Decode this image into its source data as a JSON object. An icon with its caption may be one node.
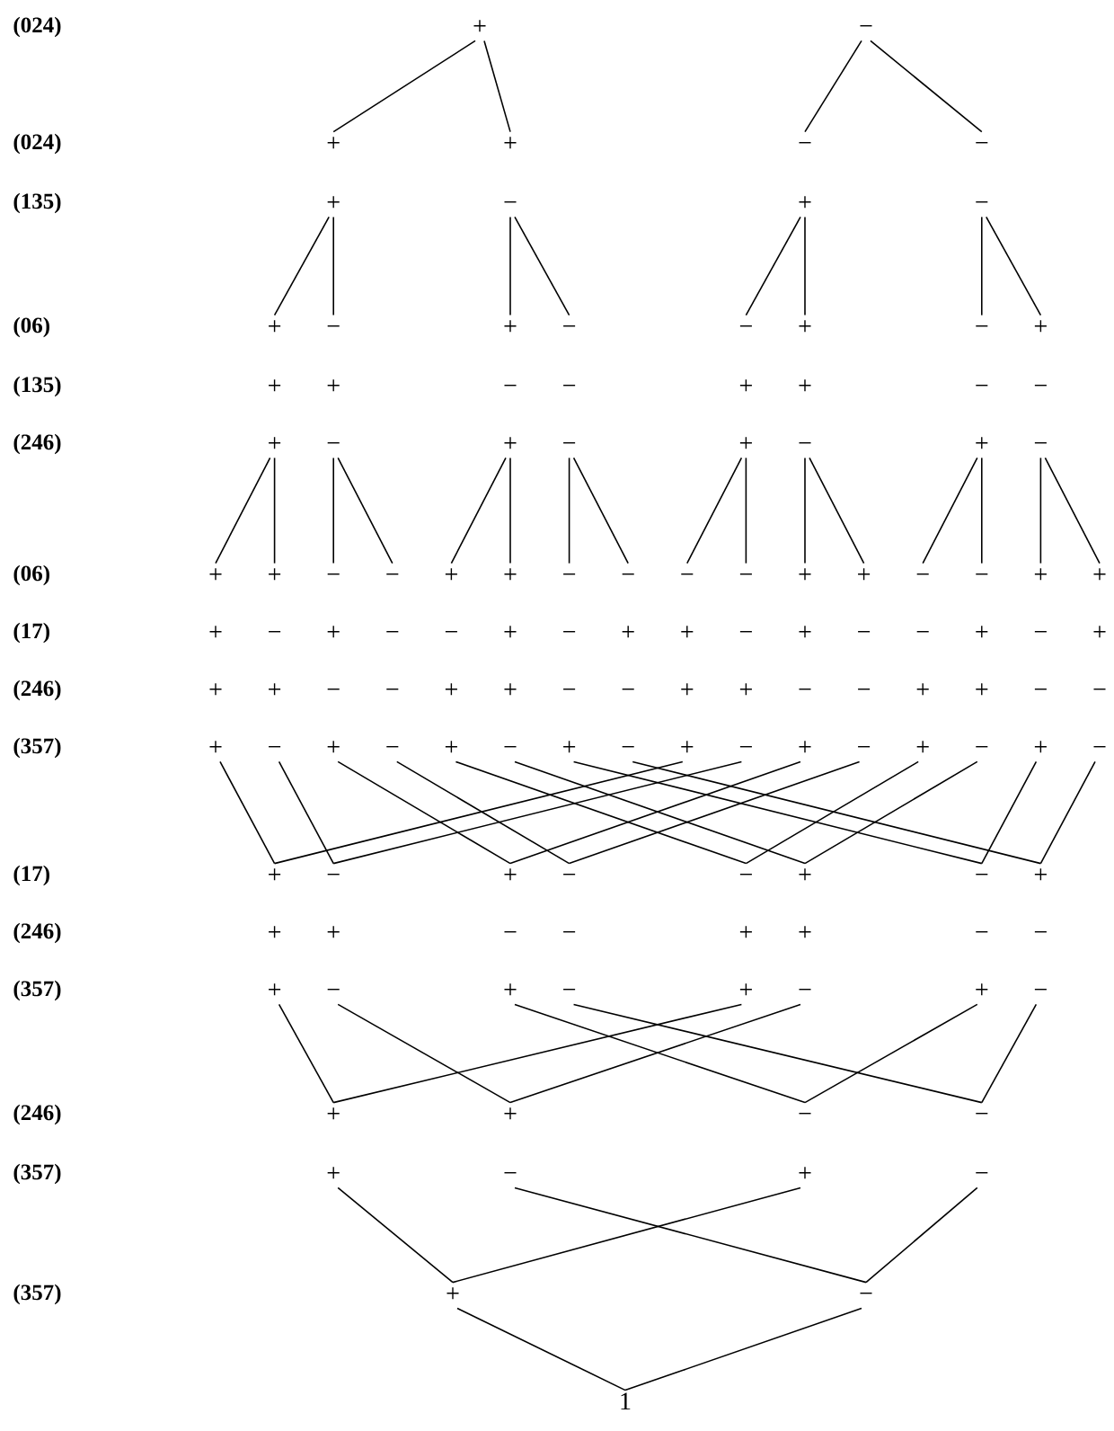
{
  "diagram": {
    "nodes": [
      {
        "text": [
          "+"
        ]
      },
      {
        "text": [
          "−"
        ]
      },
      {
        "text": [
          "+"
        ]
      },
      {
        "text": [
          "+"
        ]
      },
      {
        "text": [
          "−"
        ]
      },
      {
        "text": [
          "−"
        ]
      },
      {
        "text": [
          "+"
        ]
      },
      {
        "text": [
          "−"
        ]
      },
      {
        "text": [
          "+"
        ]
      },
      {
        "text": [
          "−"
        ]
      },
      {
        "text": [
          "+"
        ]
      },
      {
        "text": [
          "−"
        ]
      },
      {
        "text": [
          "+"
        ]
      },
      {
        "text": [
          "−"
        ]
      },
      {
        "text": [
          "−"
        ]
      },
      {
        "text": [
          "+"
        ]
      },
      {
        "text": [
          "−"
        ]
      },
      {
        "text": [
          "+"
        ]
      },
      {
        "text": [
          "+"
        ]
      },
      {
        "text": [
          "+"
        ]
      },
      {
        "text": [
          "−"
        ]
      },
      {
        "text": [
          "−"
        ]
      },
      {
        "text": [
          "+"
        ]
      },
      {
        "text": [
          "+"
        ]
      },
      {
        "text": [
          "−"
        ]
      },
      {
        "text": [
          "−"
        ]
      },
      {
        "text": [
          "+"
        ]
      },
      {
        "text": [
          "−"
        ]
      },
      {
        "text": [
          "+"
        ]
      },
      {
        "text": [
          "−"
        ]
      },
      {
        "text": [
          "+"
        ]
      },
      {
        "text": [
          "−"
        ]
      },
      {
        "text": [
          "+"
        ]
      },
      {
        "text": [
          "−"
        ]
      },
      {
        "text": [
          "+"
        ]
      },
      {
        "text": [
          "+"
        ]
      },
      {
        "text": [
          "−"
        ]
      },
      {
        "text": [
          "−"
        ]
      },
      {
        "text": [
          "+"
        ]
      },
      {
        "text": [
          "+"
        ]
      },
      {
        "text": [
          "−"
        ]
      },
      {
        "text": [
          "−"
        ]
      },
      {
        "text": [
          "−"
        ]
      },
      {
        "text": [
          "−"
        ]
      },
      {
        "text": [
          "+"
        ]
      },
      {
        "text": [
          "+"
        ]
      },
      {
        "text": [
          "−"
        ]
      },
      {
        "text": [
          "−"
        ]
      },
      {
        "text": [
          "+"
        ]
      },
      {
        "text": [
          "+"
        ]
      },
      {
        "text": [
          "+"
        ]
      },
      {
        "text": [
          "−"
        ]
      },
      {
        "text": [
          "+"
        ]
      },
      {
        "text": [
          "−"
        ]
      },
      {
        "text": [
          "−"
        ]
      },
      {
        "text": [
          "+"
        ]
      },
      {
        "text": [
          "−"
        ]
      },
      {
        "text": [
          "+"
        ]
      },
      {
        "text": [
          "+"
        ]
      },
      {
        "text": [
          "−"
        ]
      },
      {
        "text": [
          "+"
        ]
      },
      {
        "text": [
          "−"
        ]
      },
      {
        "text": [
          "−"
        ]
      },
      {
        "text": [
          "+"
        ]
      },
      {
        "text": [
          "−"
        ]
      },
      {
        "text": [
          "+"
        ]
      },
      {
        "text": [
          "+"
        ]
      },
      {
        "text": [
          "+"
        ]
      },
      {
        "text": [
          "−"
        ]
      },
      {
        "text": [
          "−"
        ]
      },
      {
        "text": [
          "+"
        ]
      },
      {
        "text": [
          "+"
        ]
      },
      {
        "text": [
          "−"
        ]
      },
      {
        "text": [
          "−"
        ]
      },
      {
        "text": [
          "+"
        ]
      },
      {
        "text": [
          "+"
        ]
      },
      {
        "text": [
          "−"
        ]
      },
      {
        "text": [
          "−"
        ]
      },
      {
        "text": [
          "+"
        ]
      },
      {
        "text": [
          "+"
        ]
      },
      {
        "text": [
          "−"
        ]
      },
      {
        "text": [
          "−"
        ]
      },
      {
        "text": [
          "+"
        ]
      },
      {
        "text": [
          "−"
        ]
      },
      {
        "text": [
          "+"
        ]
      },
      {
        "text": [
          "−"
        ]
      },
      {
        "text": [
          "+"
        ]
      },
      {
        "text": [
          "−"
        ]
      },
      {
        "text": [
          "+"
        ]
      },
      {
        "text": [
          "−"
        ]
      },
      {
        "text": [
          "+"
        ]
      },
      {
        "text": [
          "−"
        ]
      },
      {
        "text": [
          "+"
        ]
      },
      {
        "text": [
          "−"
        ]
      },
      {
        "text": [
          "+"
        ]
      },
      {
        "text": [
          "−"
        ]
      },
      {
        "text": [
          "+"
        ]
      },
      {
        "text": [
          "−"
        ]
      },
      {
        "text": [
          "+"
        ]
      },
      {
        "text": [
          "−"
        ]
      },
      {
        "text": [
          "+"
        ]
      },
      {
        "text": [
          "−"
        ]
      },
      {
        "text": [
          "−"
        ]
      },
      {
        "text": [
          "+"
        ]
      },
      {
        "text": [
          "−"
        ]
      },
      {
        "text": [
          "+"
        ]
      },
      {
        "text": [
          "+"
        ]
      },
      {
        "text": [
          "+"
        ]
      },
      {
        "text": [
          "−"
        ]
      },
      {
        "text": [
          "−"
        ]
      },
      {
        "text": [
          "+"
        ]
      },
      {
        "text": [
          "+"
        ]
      },
      {
        "text": [
          "−"
        ]
      },
      {
        "text": [
          "−"
        ]
      },
      {
        "text": [
          "+"
        ]
      },
      {
        "text": [
          "−"
        ]
      },
      {
        "text": [
          "+"
        ]
      },
      {
        "text": [
          "−"
        ]
      },
      {
        "text": [
          "+"
        ]
      },
      {
        "text": [
          "−"
        ]
      },
      {
        "text": [
          "+"
        ]
      },
      {
        "text": [
          "−"
        ]
      },
      {
        "text": [
          "+"
        ]
      },
      {
        "text": [
          "+"
        ]
      },
      {
        "text": [
          "−"
        ]
      },
      {
        "text": [
          "−"
        ]
      },
      {
        "text": [
          "+"
        ]
      },
      {
        "text": [
          "−"
        ]
      },
      {
        "text": [
          "+"
        ]
      },
      {
        "text": [
          "−"
        ]
      },
      {
        "text": [
          "+"
        ]
      },
      {
        "text": [
          "−"
        ]
      },
      {
        "text": [
          "1"
        ]
      }
    ],
    "edges": [
      {
        "from": 0,
        "to": 2,
        "arrow": "none"
      },
      {
        "from": 0,
        "to": 3,
        "arrow": "none"
      },
      {
        "from": 1,
        "to": 4,
        "arrow": "none"
      },
      {
        "from": 1,
        "to": 5,
        "arrow": "none"
      },
      {
        "from": 6,
        "to": 10,
        "arrow": "none"
      },
      {
        "from": 6,
        "to": 11,
        "arrow": "none"
      },
      {
        "from": 7,
        "to": 12,
        "arrow": "none"
      },
      {
        "from": 7,
        "to": 13,
        "arrow": "none"
      },
      {
        "from": 8,
        "to": 14,
        "arrow": "none"
      },
      {
        "from": 8,
        "to": 15,
        "arrow": "none"
      },
      {
        "from": 9,
        "to": 16,
        "arrow": "none"
      },
      {
        "from": 9,
        "to": 17,
        "arrow": "none"
      },
      {
        "from": 26,
        "to": 34,
        "arrow": "none"
      },
      {
        "from": 26,
        "to": 35,
        "arrow": "none"
      },
      {
        "from": 27,
        "to": 36,
        "arrow": "none"
      },
      {
        "from": 27,
        "to": 37,
        "arrow": "none"
      },
      {
        "from": 28,
        "to": 38,
        "arrow": "none"
      },
      {
        "from": 28,
        "to": 39,
        "arrow": "none"
      },
      {
        "from": 29,
        "to": 40,
        "arrow": "none"
      },
      {
        "from": 29,
        "to": 41,
        "arrow": "none"
      },
      {
        "from": 30,
        "to": 42,
        "arrow": "none"
      },
      {
        "from": 30,
        "to": 43,
        "arrow": "none"
      },
      {
        "from": 31,
        "to": 44,
        "arrow": "none"
      },
      {
        "from": 31,
        "to": 45,
        "arrow": "none"
      },
      {
        "from": 32,
        "to": 46,
        "arrow": "none"
      },
      {
        "from": 32,
        "to": 47,
        "arrow": "none"
      },
      {
        "from": 33,
        "to": 48,
        "arrow": "none"
      },
      {
        "from": 33,
        "to": 49,
        "arrow": "none"
      },
      {
        "from": 82,
        "to": 98,
        "arrow": "none"
      },
      {
        "from": 90,
        "to": 98,
        "arrow": "none"
      },
      {
        "from": 83,
        "to": 99,
        "arrow": "none"
      },
      {
        "from": 91,
        "to": 99,
        "arrow": "none"
      },
      {
        "from": 84,
        "to": 100,
        "arrow": "none"
      },
      {
        "from": 92,
        "to": 100,
        "arrow": "none"
      },
      {
        "from": 85,
        "to": 101,
        "arrow": "none"
      },
      {
        "from": 93,
        "to": 101,
        "arrow": "none"
      },
      {
        "from": 86,
        "to": 102,
        "arrow": "none"
      },
      {
        "from": 94,
        "to": 102,
        "arrow": "none"
      },
      {
        "from": 87,
        "to": 103,
        "arrow": "none"
      },
      {
        "from": 95,
        "to": 103,
        "arrow": "none"
      },
      {
        "from": 88,
        "to": 104,
        "arrow": "none"
      },
      {
        "from": 96,
        "to": 104,
        "arrow": "none"
      },
      {
        "from": 89,
        "to": 105,
        "arrow": "none"
      },
      {
        "from": 97,
        "to": 105,
        "arrow": "none"
      },
      {
        "from": 114,
        "to": 122,
        "arrow": "none"
      },
      {
        "from": 118,
        "to": 122,
        "arrow": "none"
      },
      {
        "from": 115,
        "to": 123,
        "arrow": "none"
      },
      {
        "from": 119,
        "to": 123,
        "arrow": "none"
      },
      {
        "from": 116,
        "to": 124,
        "arrow": "none"
      },
      {
        "from": 120,
        "to": 124,
        "arrow": "none"
      },
      {
        "from": 117,
        "to": 125,
        "arrow": "none"
      },
      {
        "from": 121,
        "to": 125,
        "arrow": "none"
      },
      {
        "from": 126,
        "to": 130,
        "arrow": "none"
      },
      {
        "from": 128,
        "to": 130,
        "arrow": "none"
      },
      {
        "from": 127,
        "to": 131,
        "arrow": "none"
      },
      {
        "from": 129,
        "to": 131,
        "arrow": "none"
      },
      {
        "from": 130,
        "to": 132,
        "arrow": "none"
      },
      {
        "from": 131,
        "to": 132,
        "arrow": "none"
      }
    ],
    "labels": [
      "(024)",
      "(024)",
      "(135)",
      "(06)",
      "(135)",
      "(246)",
      "(06)",
      "(17)",
      "(246)",
      "(357)",
      "(17)",
      "(246)",
      "(357)",
      "(246)",
      "(357)",
      "(357)"
    ]
  }
}
